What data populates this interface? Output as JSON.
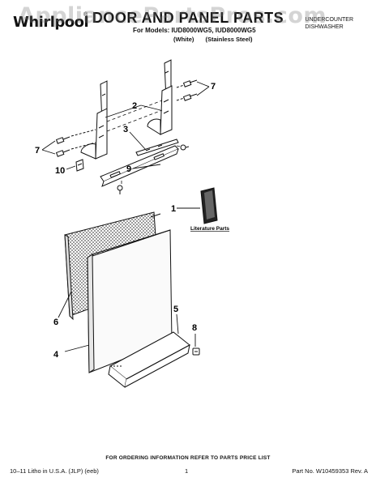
{
  "header": {
    "watermark": "AppliancePartsPros.com",
    "brand": "Whirlpool",
    "registered_mark": "®",
    "title": "DOOR AND PANEL PARTS",
    "models_line": "For Models: IUD8000WG5, IUD8000WG5",
    "variant_white": "(White)",
    "variant_stainless": "(Stainless Steel)",
    "content_type_line1": "UNDERCOUNTER",
    "content_type_line2": "DISHWASHER"
  },
  "callouts": {
    "c1": "1",
    "c2": "2",
    "c3": "3",
    "c4": "4",
    "c5": "5",
    "c6": "6",
    "c7a": "7",
    "c7b": "7",
    "c8": "8",
    "c9": "9",
    "c10": "10"
  },
  "literature_label": "Literature Parts",
  "footer": {
    "order_note": "FOR ORDERING INFORMATION REFER TO PARTS PRICE LIST",
    "litho": "10–11 Litho in U.S.A. (JLP) (eeb)",
    "page": "1",
    "part_no": "Part No. W10459353 Rev. A"
  }
}
